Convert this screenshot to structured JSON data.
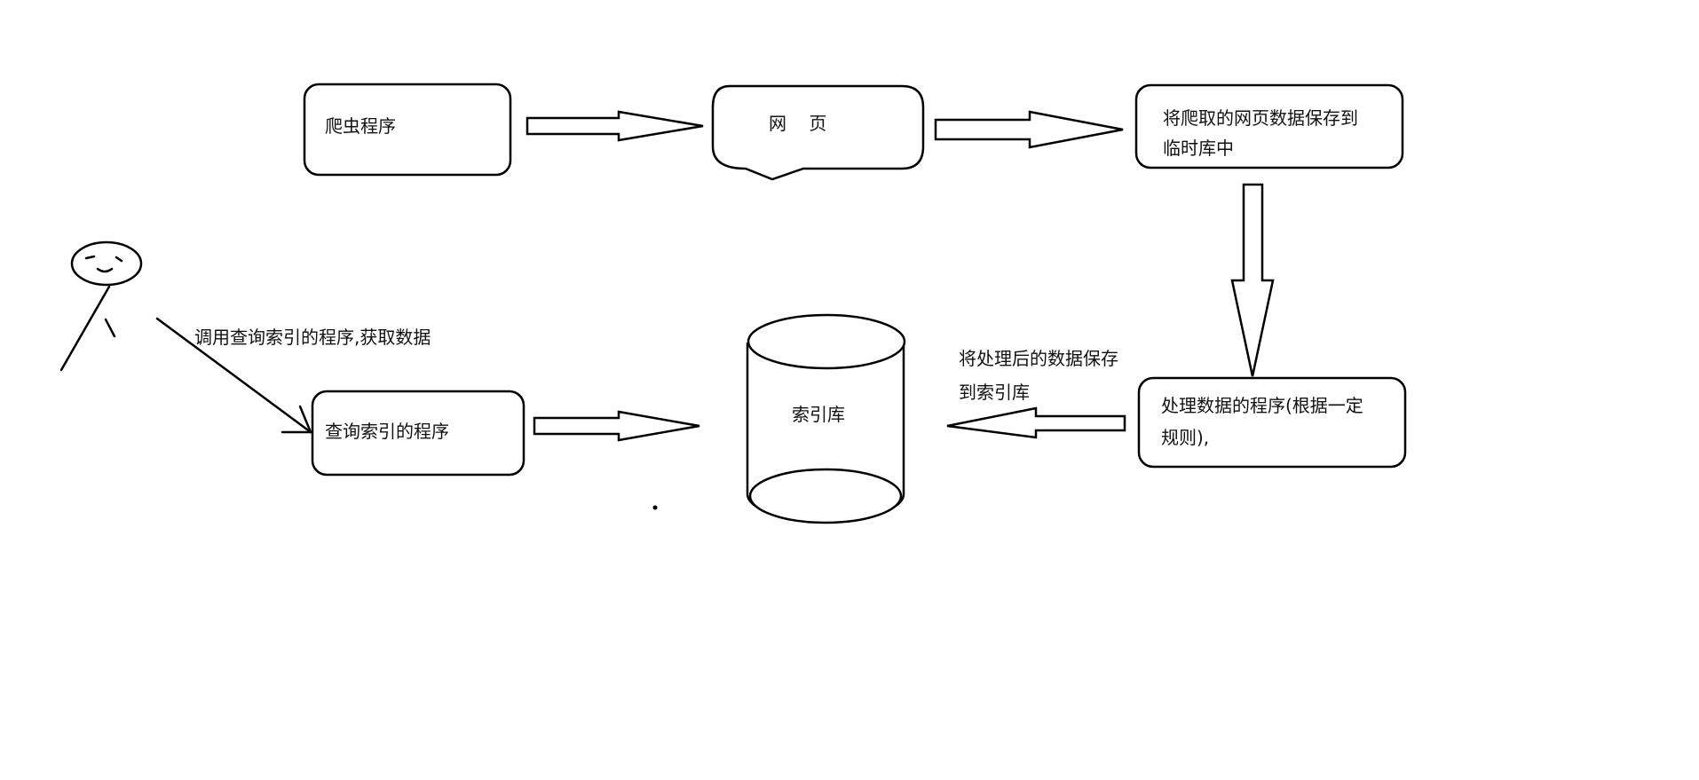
{
  "nodes": {
    "crawler": {
      "label": "爬虫程序"
    },
    "webpage": {
      "label": "网    页"
    },
    "temp_store": {
      "label_line1": "将爬取的网页数据保存到",
      "label_line2": "临时库中"
    },
    "processor": {
      "label_line1": "处理数据的程序(根据一定",
      "label_line2": "规则),"
    },
    "index_db": {
      "label": "索引库"
    },
    "query_program": {
      "label": "查询索引的程序"
    }
  },
  "edges": {
    "user_to_query": {
      "label": "调用查询索引的程序,获取数据"
    },
    "processor_to_index": {
      "label_line1": "将处理后的数据保存",
      "label_line2": "到索引库"
    }
  },
  "colors": {
    "stroke": "#000000",
    "background": "#ffffff",
    "text": "#111111"
  }
}
